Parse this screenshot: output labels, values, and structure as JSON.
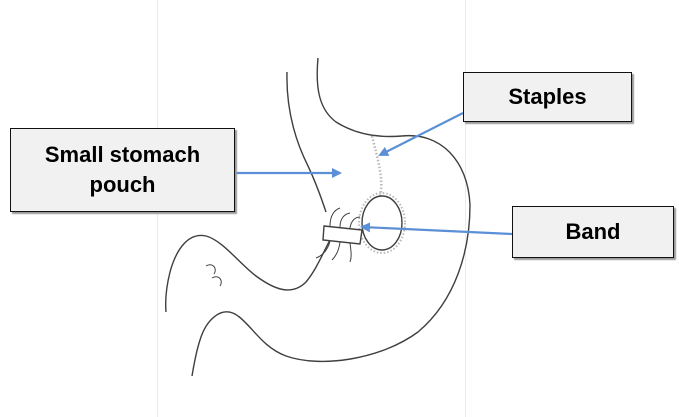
{
  "labels": {
    "pouch": "Small stomach pouch",
    "staples": "Staples",
    "band": "Band"
  },
  "colors": {
    "arrow": "#5b8fd6",
    "outline": "#3f3f3f",
    "staples": "#b9b9b9",
    "callout_fill": "#f1f1f1",
    "callout_border": "#111111"
  }
}
